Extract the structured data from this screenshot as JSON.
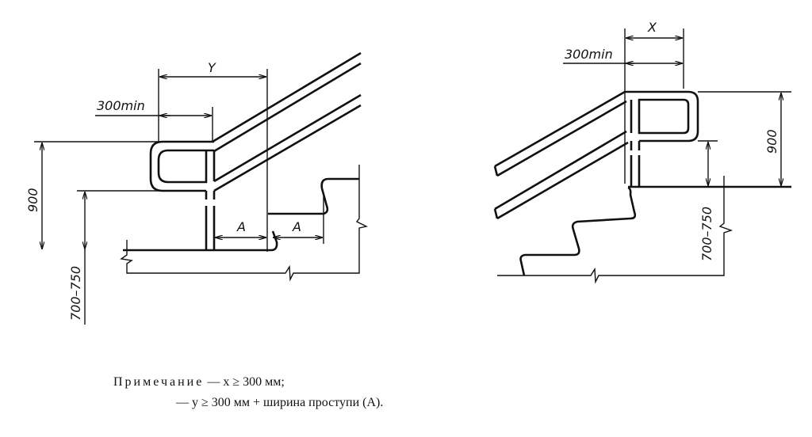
{
  "left_figure": {
    "dim_y": "Y",
    "dim_300min": "300min",
    "dim_900": "900",
    "dim_700_750": "700–750",
    "dim_a1": "A",
    "dim_a2": "A"
  },
  "right_figure": {
    "dim_x": "X",
    "dim_300min": "300min",
    "dim_900": "900",
    "dim_700_750": "700–750"
  },
  "note": {
    "heading": "Примечание",
    "line1": "— x ≥ 300 мм;",
    "line2": "— y ≥ 300 мм + ширина проступи (A)."
  }
}
